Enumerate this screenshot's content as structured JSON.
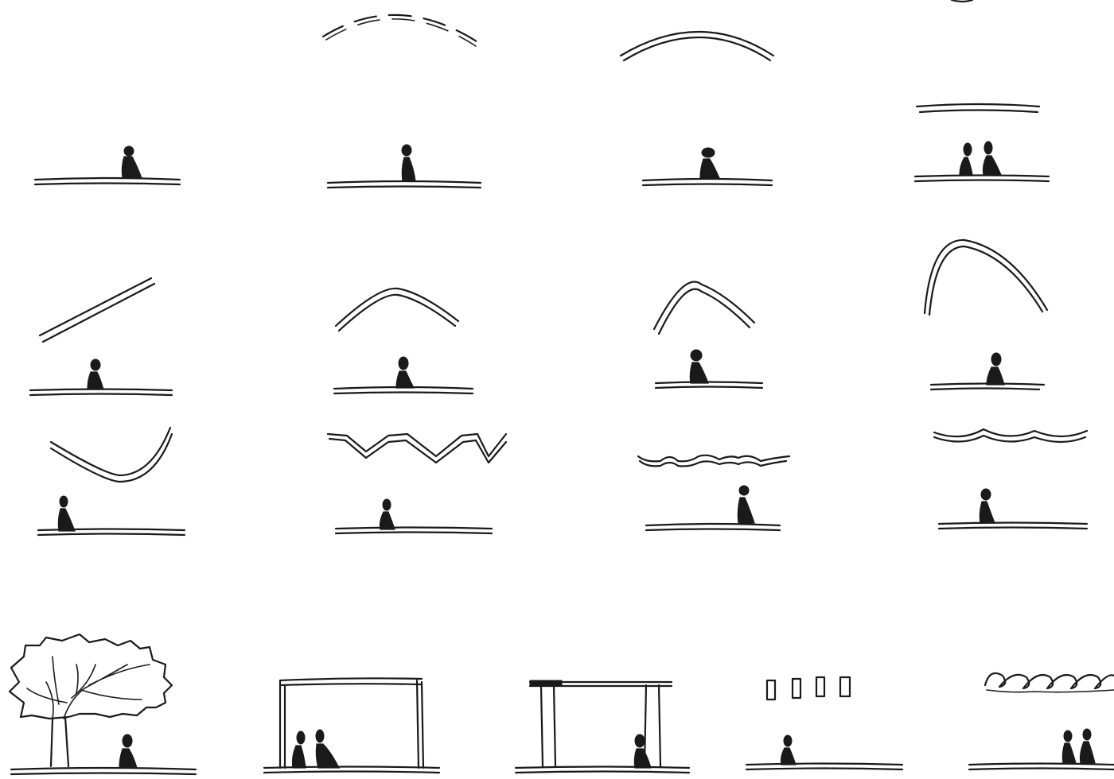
{
  "figure": {
    "kind": "hand-drawn sketch sheet of canopy / shelter types over seated figures",
    "panels": [
      {
        "id": "open-ground",
        "canopy": "none",
        "people": 1
      },
      {
        "id": "dashed-arc",
        "canopy": "dashed-arc",
        "people": 1
      },
      {
        "id": "shallow-arc",
        "canopy": "shallow-arc",
        "people": 1
      },
      {
        "id": "flat-slab",
        "canopy": "flat-slab",
        "people": 2
      },
      {
        "id": "slope",
        "canopy": "slope",
        "people": 1
      },
      {
        "id": "low-gable",
        "canopy": "low-gable",
        "people": 1
      },
      {
        "id": "steep-arch",
        "canopy": "steep-arch",
        "people": 1
      },
      {
        "id": "parabolic-arch",
        "canopy": "parabolic-arch",
        "people": 1
      },
      {
        "id": "hanging-curve",
        "canopy": "hanging-curve",
        "people": 1
      },
      {
        "id": "zigzag",
        "canopy": "zigzag",
        "people": 1
      },
      {
        "id": "small-waves",
        "canopy": "small-waves",
        "people": 1
      },
      {
        "id": "soft-waves",
        "canopy": "soft-waves",
        "people": 1
      },
      {
        "id": "tree",
        "canopy": "tree",
        "people": 1
      },
      {
        "id": "frame-shelter",
        "canopy": "frame-shelter",
        "people": 2
      },
      {
        "id": "post-beam",
        "canopy": "post-beam",
        "people": 1
      },
      {
        "id": "floating-blocks",
        "canopy": "floating-blocks",
        "people": 1
      },
      {
        "id": "loop-ribbon",
        "canopy": "loop-ribbon",
        "people": 2
      }
    ]
  }
}
